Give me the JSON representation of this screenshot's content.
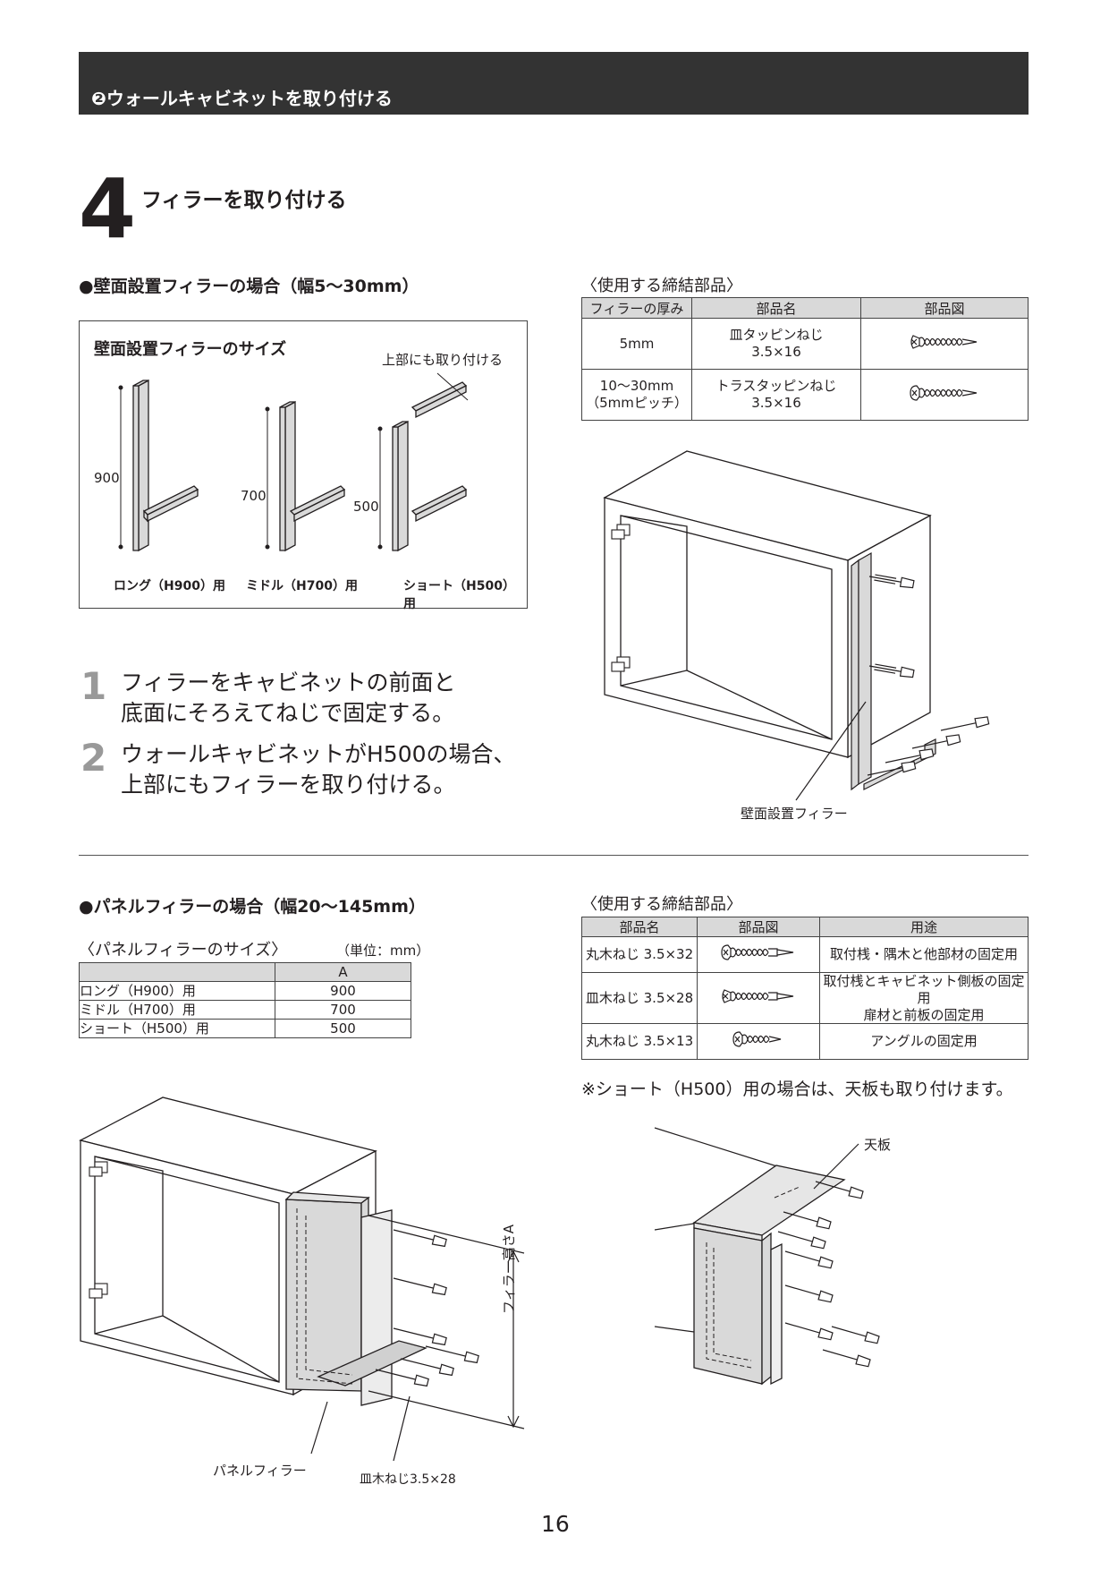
{
  "header": {
    "title": "❷ウォールキャビネットを取り付ける"
  },
  "step": {
    "number": "4",
    "title": "フィラーを取り付ける"
  },
  "wall_section": {
    "heading": "●壁面設置フィラーの場合（幅5〜30mm）",
    "size_box": {
      "title": "壁面設置フィラーのサイズ",
      "top_note": "上部にも取り付ける",
      "items": [
        {
          "height": "900",
          "label": "ロング（H900）用"
        },
        {
          "height": "700",
          "label": "ミドル（H700）用"
        },
        {
          "height": "500",
          "label": "ショート（H500）用"
        }
      ]
    },
    "instructions": [
      {
        "num": "1",
        "line1": "フィラーをキャビネットの前面と",
        "line2": "底面にそろえてねじで固定する。"
      },
      {
        "num": "2",
        "line1": "ウォールキャビネットがH500の場合、",
        "line2": "上部にもフィラーを取り付ける。"
      }
    ],
    "parts_heading": "〈使用する締結部品〉",
    "parts_table": {
      "headers": [
        "フィラーの厚み",
        "部品名",
        "部品図"
      ],
      "rows": [
        {
          "thickness": "5mm",
          "name1": "皿タッピンねじ",
          "name2": "3.5×16"
        },
        {
          "thickness1": "10〜30mm",
          "thickness2": "（5mmピッチ）",
          "name1": "トラスタッピンねじ",
          "name2": "3.5×16"
        }
      ]
    },
    "diagram_label": "壁面設置フィラー"
  },
  "panel_section": {
    "heading": "●パネルフィラーの場合（幅20〜145mm）",
    "size_heading": "〈パネルフィラーのサイズ〉",
    "unit": "（単位：mm）",
    "size_table": {
      "header": "A",
      "rows": [
        {
          "label": "ロング（H900）用",
          "value": "900"
        },
        {
          "label": "ミドル（H700）用",
          "value": "700"
        },
        {
          "label": "ショート（H500）用",
          "value": "500"
        }
      ]
    },
    "parts_heading": "〈使用する締結部品〉",
    "parts_table": {
      "headers": [
        "部品名",
        "部品図",
        "用途"
      ],
      "rows": [
        {
          "name": "丸木ねじ 3.5×32",
          "use1": "取付桟・隅木と他部材の固定用",
          "use2": ""
        },
        {
          "name": "皿木ねじ 3.5×28",
          "use1": "取付桟とキャビネット側板の固定用",
          "use2": "扉材と前板の固定用"
        },
        {
          "name": "丸木ねじ 3.5×13",
          "use1": "アングルの固定用",
          "use2": ""
        }
      ]
    },
    "note": "※ショート（H500）用の場合は、天板も取り付けます。",
    "diagram_labels": {
      "filler": "パネルフィラー",
      "screw": "皿木ねじ3.5×28",
      "height": "フィラー高さA",
      "top_panel": "天板"
    }
  },
  "page_number": "16"
}
